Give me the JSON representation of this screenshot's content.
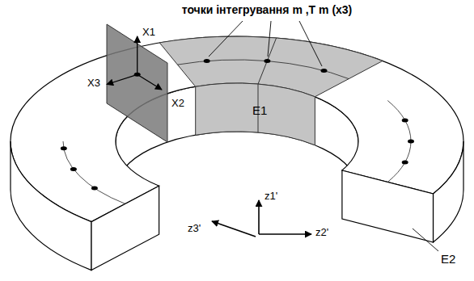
{
  "diagram": {
    "labels": [
      "точки інтегрування m ,T m (x3)",
      "X1",
      "X3",
      "X2",
      "E1",
      "z1'",
      "z3'",
      "z2'",
      "E2"
    ]
  }
}
